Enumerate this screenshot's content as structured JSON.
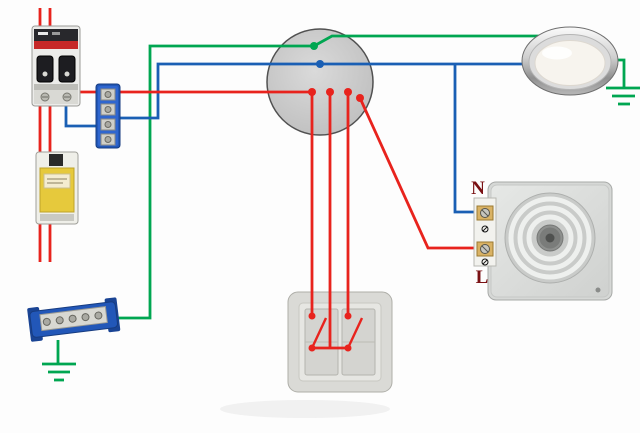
{
  "diagram": {
    "type": "wiring-diagram",
    "subject": "two-gang switch controlling a ceiling light and an exhaust fan from a breaker panel via a round junction box"
  },
  "colors": {
    "line_red": "#e8231d",
    "neutral_blue": "#1a5fb4",
    "ground_green": "#00a651",
    "junction_fill": "#c9c9c9",
    "label_maroon": "#7a1114"
  },
  "fan_terminals": {
    "neutral_label": "N",
    "line_label": "L"
  },
  "components": {
    "breaker_two_pole": "two-pole-circuit-breaker",
    "breaker_single": "single-circuit-breaker",
    "terminal_block_top": "neutral-terminal-block",
    "terminal_block_bottom": "earth-terminal-block",
    "junction_box": "round-junction-box",
    "ceiling_light": "ceiling-light-fixture",
    "exhaust_fan": "exhaust-fan",
    "switch_two_gang": "two-gang-wall-switch",
    "ground_symbol_left": "earth-ground-symbol",
    "ground_symbol_right": "earth-ground-symbol"
  }
}
